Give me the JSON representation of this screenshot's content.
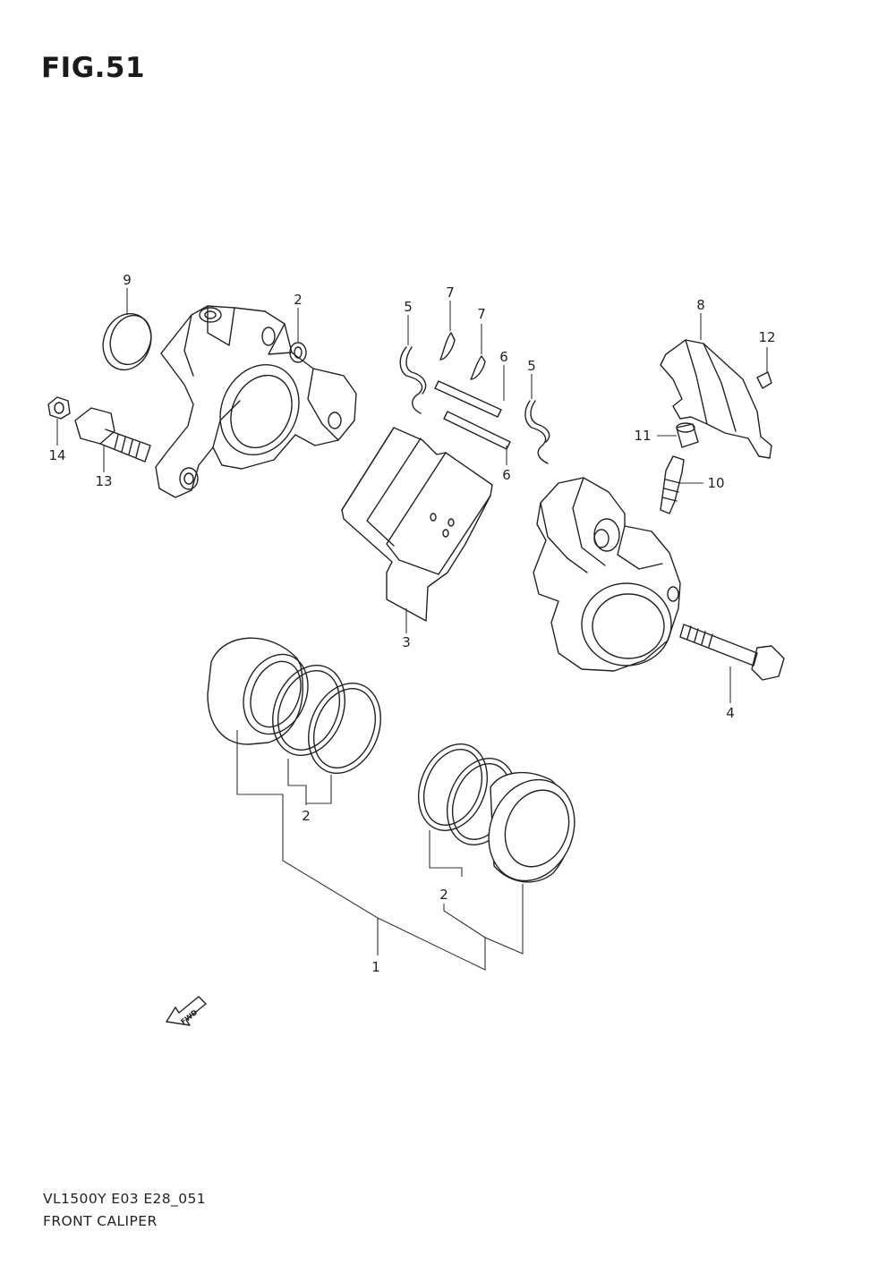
{
  "figure_title": "FIG.51",
  "footer": {
    "code": "VL1500Y E03 E28_051",
    "name": "FRONT CALIPER"
  },
  "callouts": {
    "p9": "9",
    "p2_top": "2",
    "p5_left": "5",
    "p7_a": "7",
    "p7_b": "7",
    "p6_a": "6",
    "p6_b": "6",
    "p5_right": "5",
    "p8": "8",
    "p12": "12",
    "p11": "11",
    "p10": "10",
    "p14": "14",
    "p13": "13",
    "p3": "3",
    "p4": "4",
    "p2_mid": "2",
    "p2_right": "2",
    "p1": "1"
  },
  "fwd_marker": "FWD"
}
